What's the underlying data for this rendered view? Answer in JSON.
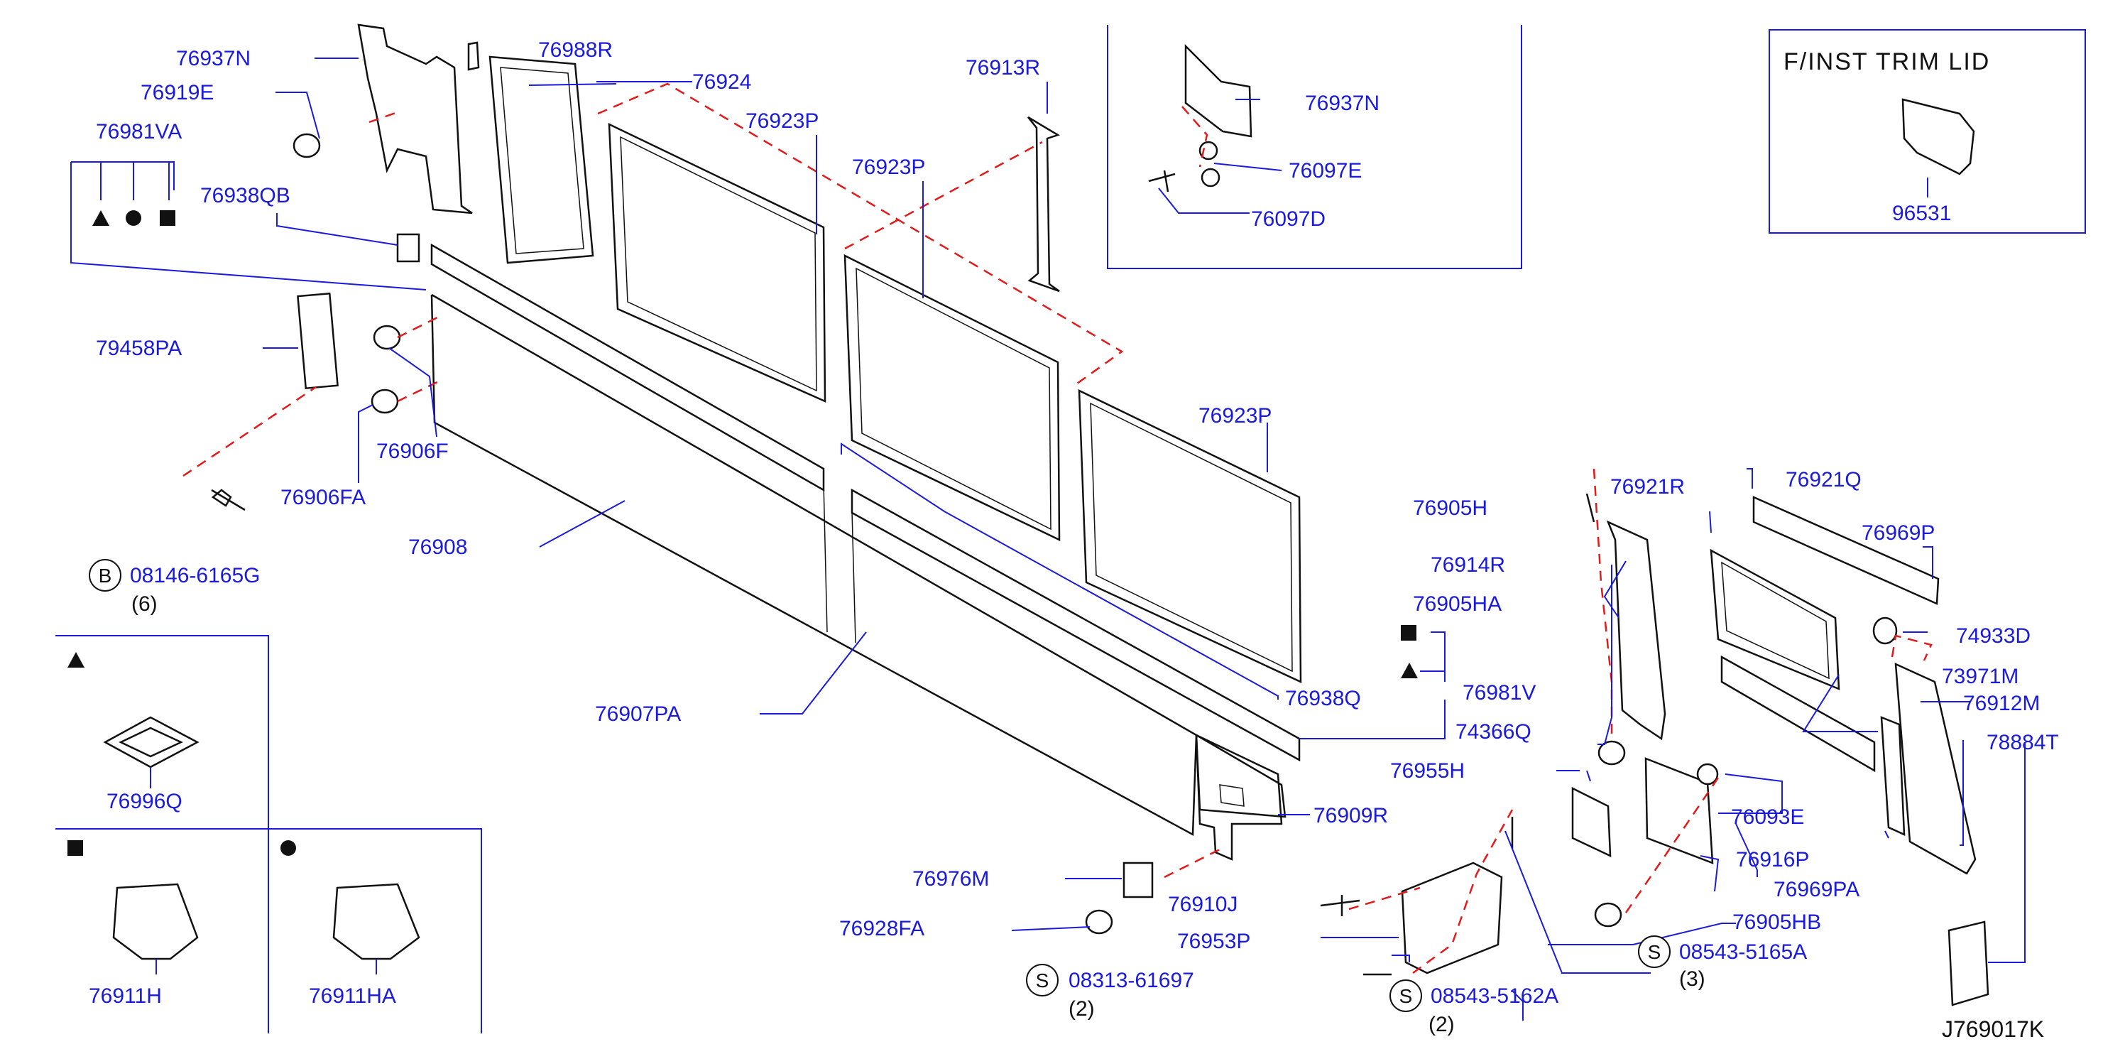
{
  "diagram": {
    "code": "J769017K",
    "inset_title": "F/INST  TRIM  LID",
    "symbols": {
      "triangle": "triangle-symbol",
      "circle": "circle-symbol",
      "square": "square-symbol"
    },
    "parts": {
      "p76937N_a": "76937N",
      "p76988R": "76988R",
      "p76924": "76924",
      "p76913R": "76913R",
      "p76919E": "76919E",
      "p76923P_a": "76923P",
      "p76923P_b": "76923P",
      "p76923P_c": "76923P",
      "p76981VA": "76981VA",
      "p76938QB": "76938QB",
      "p79458PA": "79458PA",
      "p76906F": "76906F",
      "p76906FA": "76906FA",
      "p76908": "76908",
      "p08146": "08146-6165G",
      "p76937N_b": "76937N",
      "p76097E": "76097E",
      "p76097D": "76097D",
      "p96531": "96531",
      "p76905H": "76905H",
      "p76921R": "76921R",
      "p76921Q": "76921Q",
      "p76969P": "76969P",
      "p76914R": "76914R",
      "p76905HA": "76905HA",
      "p74933D": "74933D",
      "p76981V": "76981V",
      "p73971M": "73971M",
      "p76912M": "76912M",
      "p76938Q": "76938Q",
      "p74366Q": "74366Q",
      "p78884T": "78884T",
      "p76907PA": "76907PA",
      "p76955H": "76955H",
      "p76093E": "76093E",
      "p76909R": "76909R",
      "p76916P": "76916P",
      "p76969PA": "76969PA",
      "p76976M": "76976M",
      "p76910J": "76910J",
      "p76905HB": "76905HB",
      "p76928FA": "76928FA",
      "p76953P": "76953P",
      "p08543_5165A": "08543-5165A",
      "p08313": "08313-61697",
      "p08543_5162A": "08543-5162A",
      "p76996Q": "76996Q",
      "p76911H": "76911H",
      "p76911HA": "76911HA"
    },
    "qty": {
      "q08146": "(6)",
      "q08313": "(2)",
      "q08543_5162A": "(2)",
      "q08543_5165A": "(3)"
    },
    "circle_letters": {
      "b": "B",
      "s1": "S",
      "s2": "S",
      "s3": "S"
    }
  }
}
